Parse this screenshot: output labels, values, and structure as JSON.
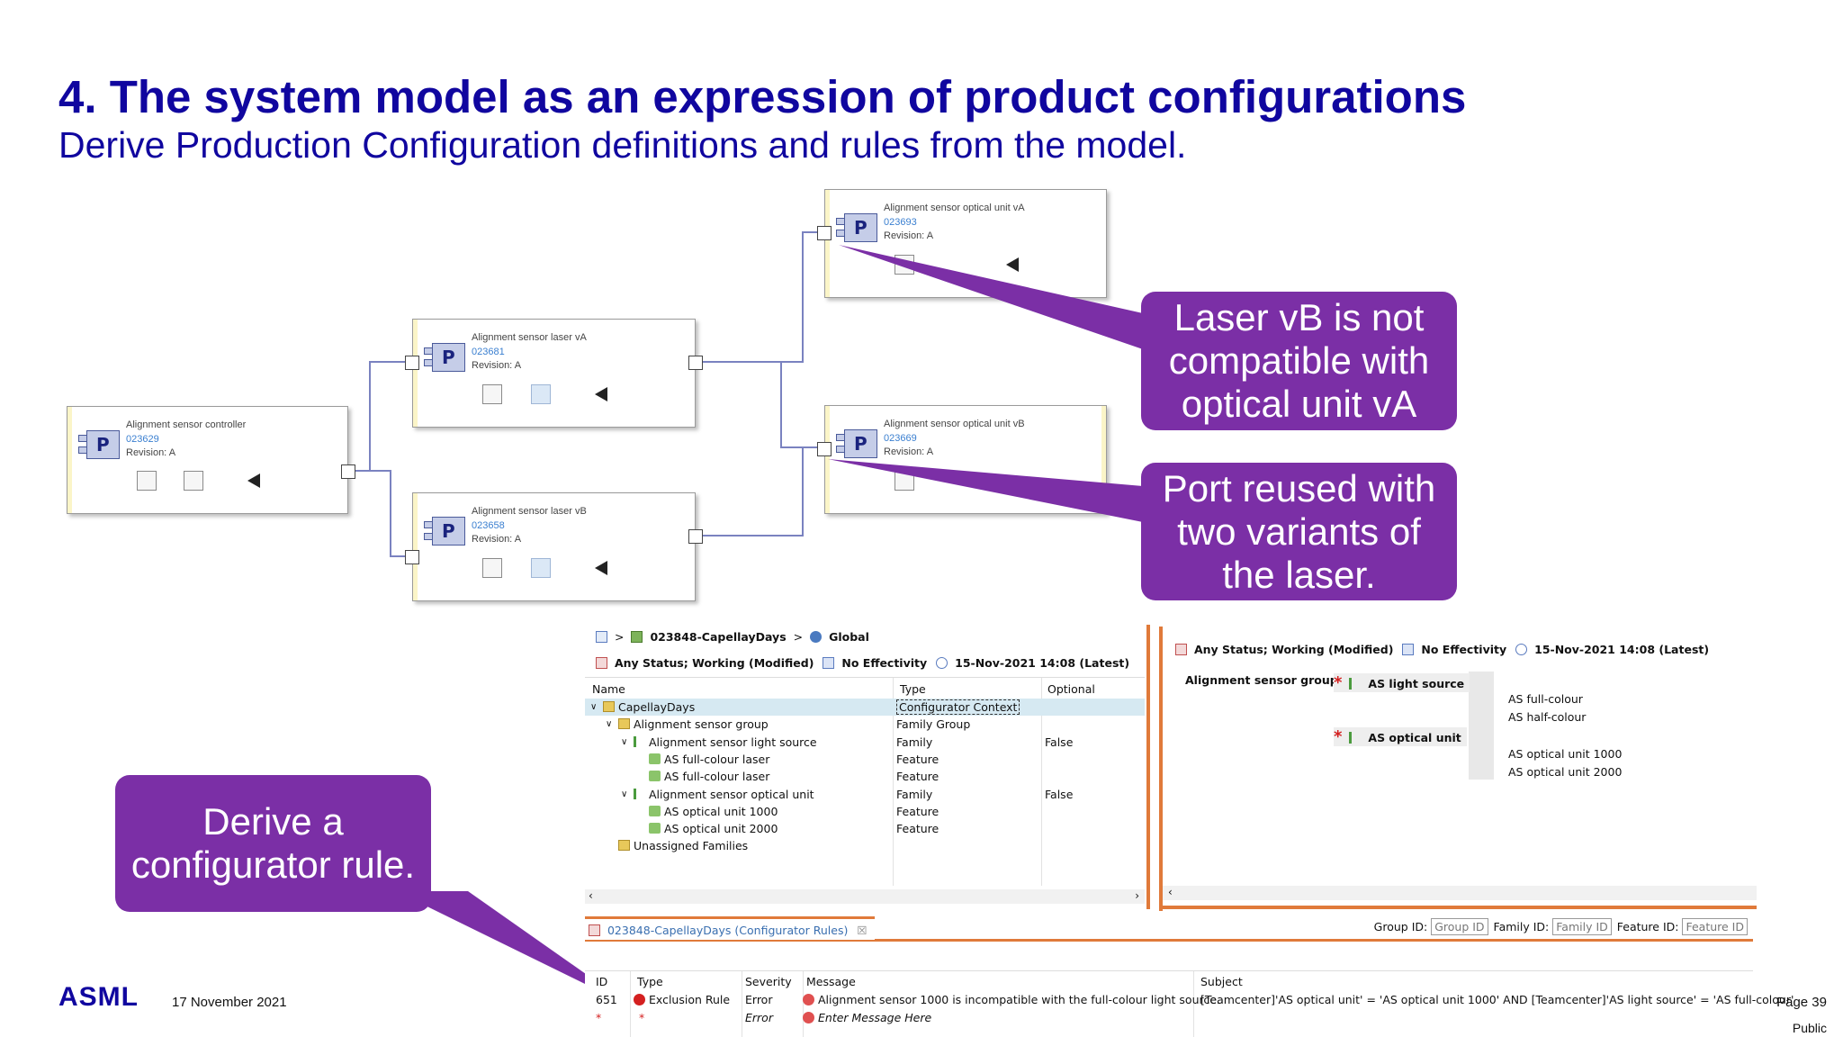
{
  "slide": {
    "title": "4. The system model as an expression of product configurations",
    "subtitle": "Derive Production Configuration definitions and rules from the model."
  },
  "diagram": {
    "blocks": [
      {
        "name": "Alignment sensor controller",
        "id": "023629",
        "revision": "Revision: A"
      },
      {
        "name": "Alignment sensor laser vA",
        "id": "023681",
        "revision": "Revision: A"
      },
      {
        "name": "Alignment sensor laser vB",
        "id": "023658",
        "revision": "Revision: A"
      },
      {
        "name": "Alignment sensor optical unit vA",
        "id": "023693",
        "revision": "Revision: A"
      },
      {
        "name": "Alignment sensor optical unit vB",
        "id": "023669",
        "revision": "Revision: A"
      }
    ],
    "block_letter": "P"
  },
  "callouts": {
    "laser": [
      "Laser vB is not",
      "compatible with",
      "optical unit vA"
    ],
    "port": [
      "Port reused with",
      "two variants of",
      "the laser."
    ],
    "derive": [
      "Derive a",
      "configurator rule."
    ]
  },
  "tree_panel": {
    "breadcrumb": [
      "023848-CapellayDays",
      "Global"
    ],
    "status": "Any Status; Working (Modified)",
    "effectivity": "No Effectivity",
    "date": "15-Nov-2021 14:08 (Latest)",
    "headers": [
      "Name",
      "Type",
      "Optional"
    ],
    "rows": [
      {
        "name": "CapellayDays",
        "type": "Configurator Context",
        "optional": "",
        "level": 0,
        "expander": "v"
      },
      {
        "name": "Alignment sensor group",
        "type": "Family Group",
        "optional": "",
        "level": 1,
        "expander": "v"
      },
      {
        "name": "Alignment sensor light source",
        "type": "Family",
        "optional": "False",
        "level": 2,
        "expander": "v"
      },
      {
        "name": "AS full-colour laser",
        "type": "Feature",
        "optional": "",
        "level": 3,
        "expander": ""
      },
      {
        "name": "AS full-colour laser",
        "type": "Feature",
        "optional": "",
        "level": 3,
        "expander": ""
      },
      {
        "name": "Alignment sensor optical unit",
        "type": "Family",
        "optional": "False",
        "level": 2,
        "expander": "v"
      },
      {
        "name": "AS optical unit 1000",
        "type": "Feature",
        "optional": "",
        "level": 3,
        "expander": ""
      },
      {
        "name": "AS optical unit 2000",
        "type": "Feature",
        "optional": "",
        "level": 3,
        "expander": ""
      },
      {
        "name": "Unassigned Families",
        "type": "",
        "optional": "",
        "level": 1,
        "expander": ""
      }
    ]
  },
  "feature_panel": {
    "status": "Any Status; Working (Modified)",
    "effectivity": "No Effectivity",
    "date": "15-Nov-2021 14:08 (Latest)",
    "group_label": "Alignment sensor group",
    "families": [
      {
        "name": "AS light source",
        "features": [
          "AS full-colour",
          "AS half-colour"
        ]
      },
      {
        "name": "AS optical unit",
        "features": [
          "AS optical unit 1000",
          "AS optical unit 2000"
        ]
      }
    ],
    "required_mark": "*"
  },
  "rules_panel": {
    "tab_label": "023848-CapellayDays (Configurator Rules)",
    "filters": {
      "group_label": "Group ID:",
      "group_placeholder": "Group ID",
      "family_label": "Family ID:",
      "family_placeholder": "Family ID",
      "feature_label": "Feature ID:",
      "feature_placeholder": "Feature ID"
    },
    "headers": [
      "ID",
      "Type",
      "Severity",
      "Message",
      "Subject"
    ],
    "rows": [
      {
        "id": "651",
        "type": "Exclusion Rule",
        "severity": "Error",
        "message": "Alignment sensor 1000 is incompatible with the full-colour light source.",
        "subject": "[Teamcenter]'AS optical unit' = 'AS optical unit 1000' AND [Teamcenter]'AS light source' = 'AS full-colour'"
      },
      {
        "id": "*",
        "type": "*",
        "severity": "Error",
        "message": "Enter Message Here",
        "subject": ""
      }
    ]
  },
  "footer": {
    "logo": "ASML",
    "date": "17 November 2021",
    "page": "Page 39",
    "classification": "Public"
  },
  "colors": {
    "title": "#10069f",
    "callout": "#7b2fa6",
    "accent_orange": "#e07a3a"
  }
}
